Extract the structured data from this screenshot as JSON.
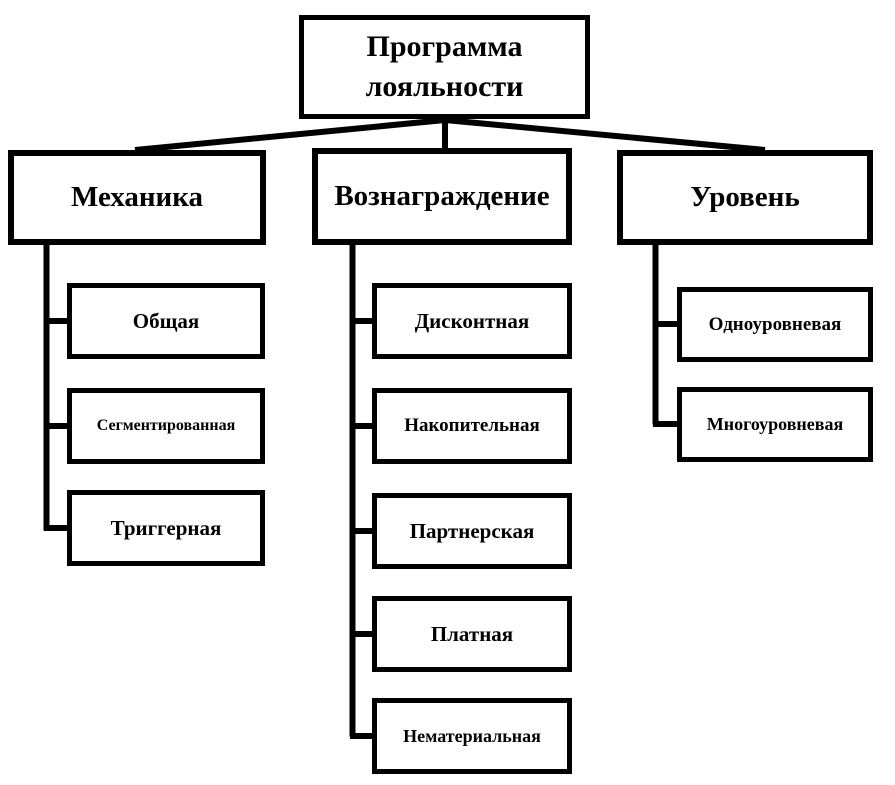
{
  "diagram": {
    "title": "Программа лояльности",
    "colors": {
      "background": "#ffffff",
      "line": "#000000",
      "box_border": "#000000",
      "text": "#000000"
    },
    "root": {
      "label": "Программа лояльности"
    },
    "branches": [
      {
        "label": "Механика",
        "children": [
          {
            "label": "Общая"
          },
          {
            "label": "Сегментированная"
          },
          {
            "label": "Триггерная"
          }
        ]
      },
      {
        "label": "Вознаграждение",
        "children": [
          {
            "label": "Дисконтная"
          },
          {
            "label": "Накопительная"
          },
          {
            "label": "Партнерская"
          },
          {
            "label": "Платная"
          },
          {
            "label": "Нематериальная"
          }
        ]
      },
      {
        "label": "Уровень",
        "children": [
          {
            "label": "Одноуровневая"
          },
          {
            "label": "Многоуровневая"
          }
        ]
      }
    ]
  }
}
